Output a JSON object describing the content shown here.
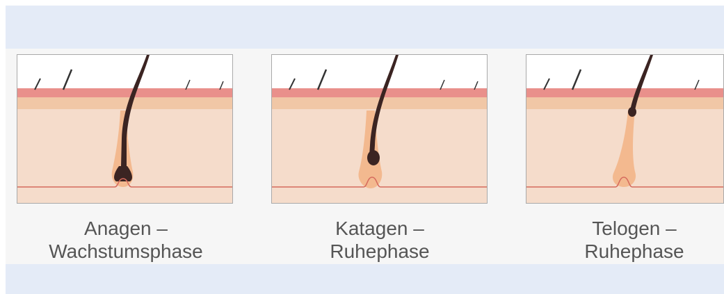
{
  "stages": [
    {
      "id": "anagen",
      "title": "Anagen –",
      "subtitle": "Wachstumsphase"
    },
    {
      "id": "katagen",
      "title": "Katagen –",
      "subtitle": "Ruhephase"
    },
    {
      "id": "telogen",
      "title": "Telogen –",
      "subtitle": "Ruhephase"
    }
  ],
  "colors": {
    "frame_background": "#e4ebf7",
    "content_background": "#f6f6f6",
    "epidermis": "#e9908b",
    "dermis_upper": "#f1c7a6",
    "dermis": "#f5dccb",
    "follicle": "#f3b98f",
    "hair": "#3b2422",
    "papilla_line": "#d56a5d",
    "caption_text": "#555555"
  }
}
